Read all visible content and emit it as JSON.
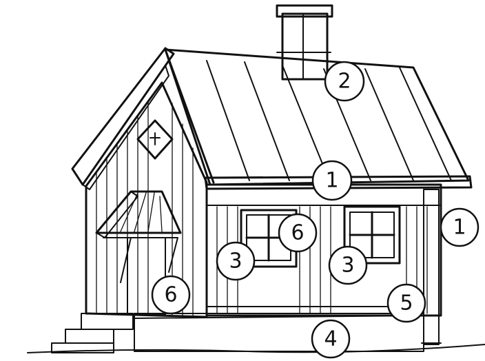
{
  "callouts": [
    {
      "id": "c2-chimney",
      "label": "2"
    },
    {
      "id": "c1-eave",
      "label": "1"
    },
    {
      "id": "c1-downpipe",
      "label": "1"
    },
    {
      "id": "c6-window-right",
      "label": "6"
    },
    {
      "id": "c3-window-left",
      "label": "3"
    },
    {
      "id": "c3-window-right",
      "label": "3"
    },
    {
      "id": "c6-porch",
      "label": "6"
    },
    {
      "id": "c5-corner",
      "label": "5"
    },
    {
      "id": "c4-foundation",
      "label": "4"
    }
  ],
  "colors": {
    "ink": "#111111",
    "paper": "#ffffff"
  }
}
